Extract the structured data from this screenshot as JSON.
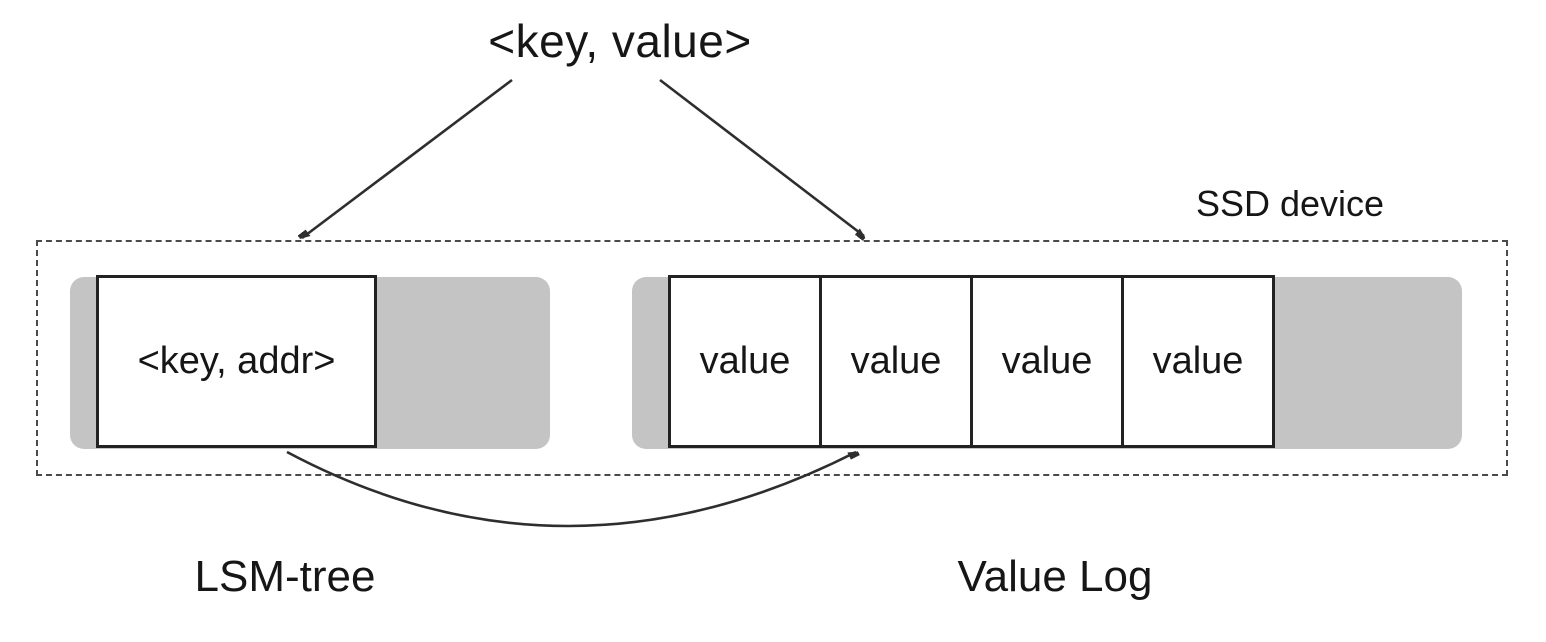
{
  "labels": {
    "top": "<key, value>",
    "ssd": "SSD device",
    "lsm_box": "<key, addr>",
    "lsm_tree": "LSM-tree",
    "value_log": "Value Log"
  },
  "value_log": {
    "cells": [
      "value",
      "value",
      "value",
      "value"
    ]
  },
  "colors": {
    "region_gray": "#c4c4c4",
    "line": "#2e2e2e",
    "border_dashed": "#4a4a4a"
  }
}
